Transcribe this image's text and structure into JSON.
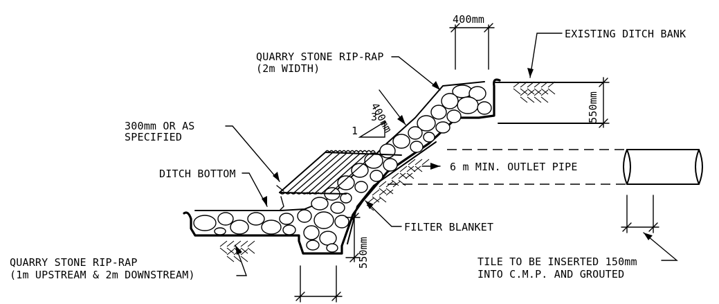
{
  "labels": {
    "top_dim": "400mm",
    "existing_bank": "EXISTING DITCH BANK",
    "riprap_upper_1": "QUARRY STONE RIP-RAP",
    "riprap_upper_2": "(2m WIDTH)",
    "slope_dim": "400mm",
    "right_height": "550mm",
    "spec_1": "300mm OR AS",
    "spec_2": "SPECIFIED",
    "slope_rise": "1",
    "slope_run": "3",
    "outlet_pipe": "6 m  MIN. OUTLET PIPE",
    "ditch_bottom": "DITCH BOTTOM",
    "filter_blanket": "FILTER BLANKET",
    "lower_height": "550mm",
    "riprap_lower_1": "QUARRY STONE RIP-RAP",
    "riprap_lower_2": "(1m UPSTREAM & 2m DOWNSTREAM)",
    "tile_1": "TILE TO BE INSERTED 150mm",
    "tile_2": "INTO C.M.P. AND GROUTED"
  }
}
